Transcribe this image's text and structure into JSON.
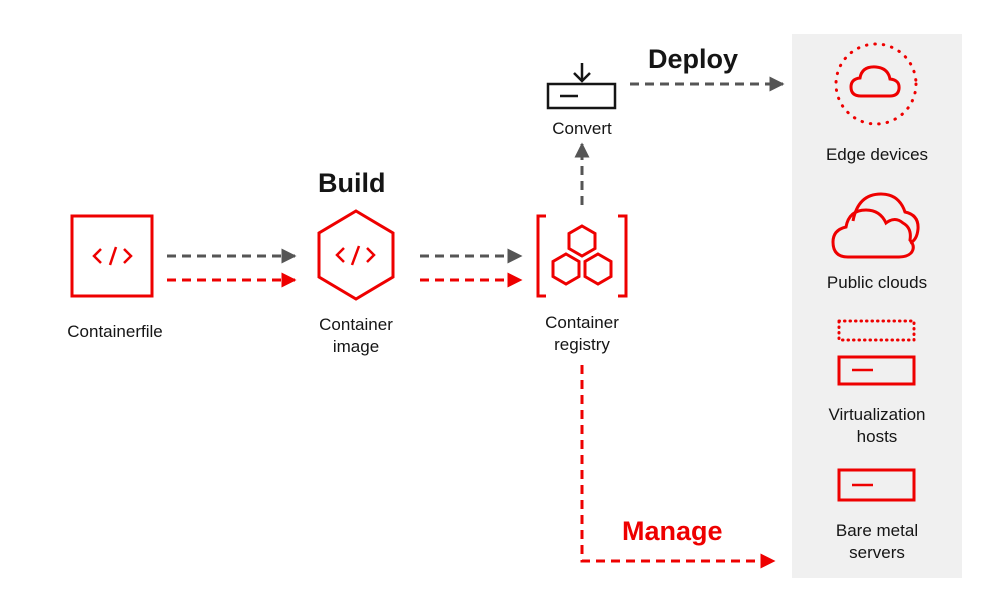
{
  "stages": {
    "build": "Build",
    "deploy": "Deploy",
    "manage": "Manage"
  },
  "nodes": {
    "containerfile": "Containerfile",
    "container_image_line1": "Container",
    "container_image_line2": "image",
    "container_registry_line1": "Container",
    "container_registry_line2": "registry",
    "convert": "Convert"
  },
  "targets": {
    "edge_devices": "Edge devices",
    "public_clouds": "Public clouds",
    "virtualization_line1": "Virtualization",
    "virtualization_line2": "hosts",
    "bare_metal_line1": "Bare metal",
    "bare_metal_line2": "servers"
  },
  "icons": {
    "containerfile": "code-file-icon",
    "container_image": "code-hexagon-icon",
    "container_registry": "registry-hexagons-icon",
    "convert": "download-drive-icon",
    "edge": "dotted-cloud-icon",
    "public": "cloud-icon",
    "virtualization": "virtualization-server-icon",
    "bare_metal": "server-icon"
  },
  "colors": {
    "accent": "#ee0000",
    "dark_arrow": "#555555",
    "panel": "#f0f0f0",
    "text": "#151515"
  }
}
